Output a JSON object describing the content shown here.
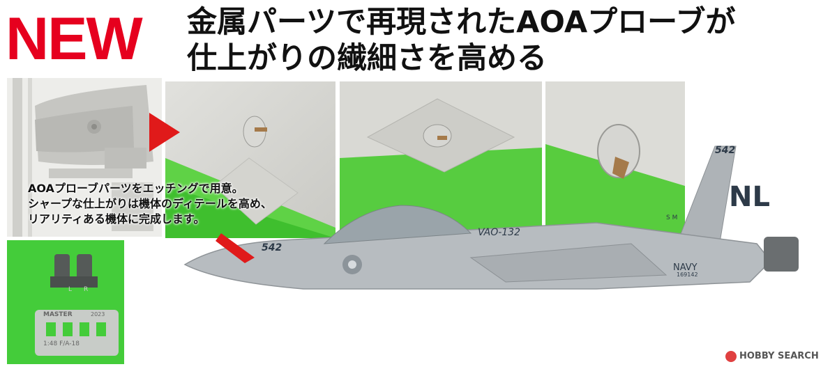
{
  "badge": {
    "text": "NEW"
  },
  "headline": {
    "line1": "金属パーツで再現されたAOAプローブが",
    "line2": "仕上がりの繊細さを高める"
  },
  "caption": {
    "line1": "AOAプローブパーツをエッチングで用意。",
    "line2": "シャープな仕上がりは機体のディテールを高め、",
    "line3": "リアリティある機体に完成します。"
  },
  "aircraft": {
    "nose_number": "542",
    "tail_number": "542",
    "squadron": "VAO-132",
    "service": "NAVY",
    "tail_code": "NL",
    "serial": "169142",
    "tail_letters": "S M"
  },
  "parts": {
    "brand": "MASTER",
    "year": "2023",
    "scale_label": "1:48  F/A-18",
    "left_marker": "L",
    "right_marker": "R"
  },
  "watermark": {
    "text": "HOBBY SEARCH"
  },
  "colors": {
    "accent": "#e6001e",
    "green": "#44cc3a",
    "jet_gray": "#b7bcc0"
  }
}
